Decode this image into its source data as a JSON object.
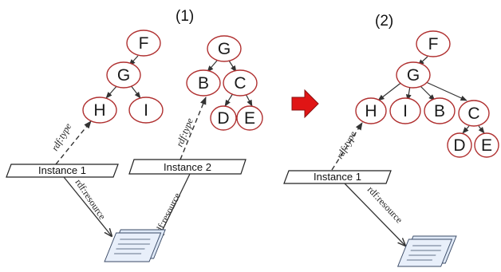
{
  "panels": [
    {
      "label": "(1)"
    },
    {
      "label": "(2)"
    }
  ],
  "colors": {
    "node_stroke": "#b03030",
    "edge": "#333333",
    "arrow_fill": "#e01515",
    "arrow_stroke": "#8a1010",
    "doc_fill": "#dfe9f7",
    "doc_stroke": "#3a4a66"
  },
  "panel1": {
    "tree_a": {
      "root": "F",
      "middle": "G",
      "leaf_left": "H",
      "leaf_right": "I"
    },
    "tree_b": {
      "root": "G",
      "left": "B",
      "right": "C",
      "c_left": "D",
      "c_right": "E"
    },
    "instance1": "Instance 1",
    "instance2": "Instance 2",
    "rdf_type": "rdf:type",
    "rdf_resource": "rdf:resource"
  },
  "panel2": {
    "tree": {
      "root": "F",
      "middle": "G",
      "children": [
        "H",
        "I",
        "B",
        "C"
      ],
      "c_children": [
        "D",
        "E"
      ]
    },
    "instance1": "Instance 1",
    "rdf_type": "rdf:type",
    "rdf_resource": "rdf:resource"
  },
  "icons": [
    "document-icon",
    "transition-arrow-icon"
  ]
}
